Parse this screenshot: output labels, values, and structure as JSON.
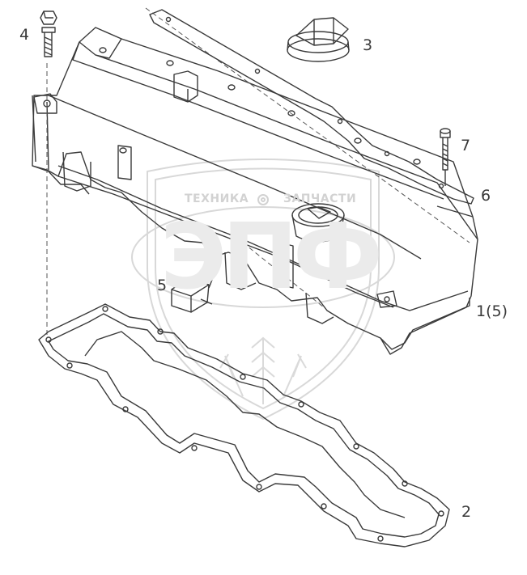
{
  "labels": {
    "cover": "1(5)",
    "gasket": "2",
    "oil_cap": "3",
    "bolt": "4",
    "connector": "5",
    "strip": "6",
    "stud": "7"
  },
  "watermark": {
    "left_word": "ТЕХНИКА",
    "right_word": "ЗАПЧАСТИ",
    "logo_letters": "ЭПФ"
  },
  "colors": {
    "line": "#3a3a3a",
    "watermark": "#d2d2d2"
  }
}
